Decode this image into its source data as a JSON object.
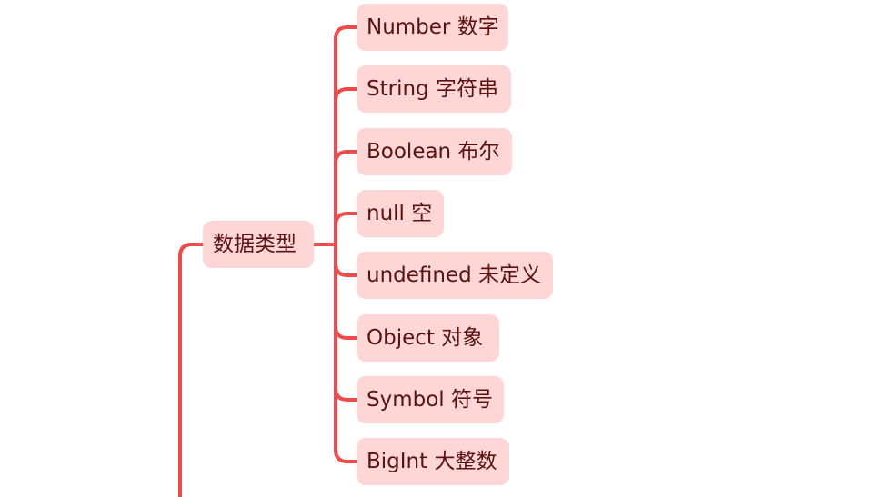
{
  "colors": {
    "line": "#ef4b4b",
    "node_fill": "#ffd6d6",
    "text": "#5a1212"
  },
  "topic": {
    "label": "数据类型"
  },
  "children": [
    {
      "label": "Number 数字"
    },
    {
      "label": "String 字符串"
    },
    {
      "label": "Boolean 布尔"
    },
    {
      "label": "null 空"
    },
    {
      "label": "undefined 未定义"
    },
    {
      "label": "Object 对象"
    },
    {
      "label": "Symbol 符号"
    },
    {
      "label": "BigInt 大整数"
    }
  ]
}
